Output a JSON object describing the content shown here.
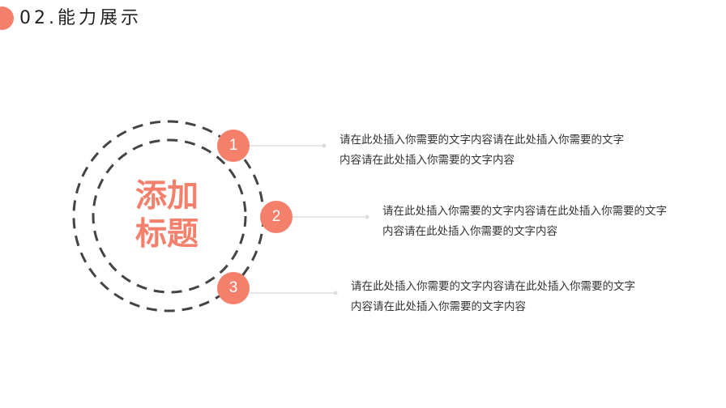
{
  "header": {
    "title": "02.能力展示",
    "accent_color": "#f4806c"
  },
  "diagram": {
    "center_title_line1": "添加",
    "center_title_line2": "标题",
    "outer_ring": {
      "style": "dashed",
      "color": "#444444"
    },
    "inner_ring": {
      "style": "dashed",
      "color": "#444444"
    },
    "items": [
      {
        "number": "1",
        "text_line1": "请在此处插入你需要的文字内容请在此处插入你需要的文字",
        "text_line2": "内容请在此处插入你需要的文字内容"
      },
      {
        "number": "2",
        "text_line1": "请在此处插入你需要的文字内容请在此处插入你需要的文字",
        "text_line2": "内容请在此处插入你需要的文字内容"
      },
      {
        "number": "3",
        "text_line1": "请在此处插入你需要的文字内容请在此处插入你需要的文字",
        "text_line2": "内容请在此处插入你需要的文字内容"
      }
    ]
  }
}
